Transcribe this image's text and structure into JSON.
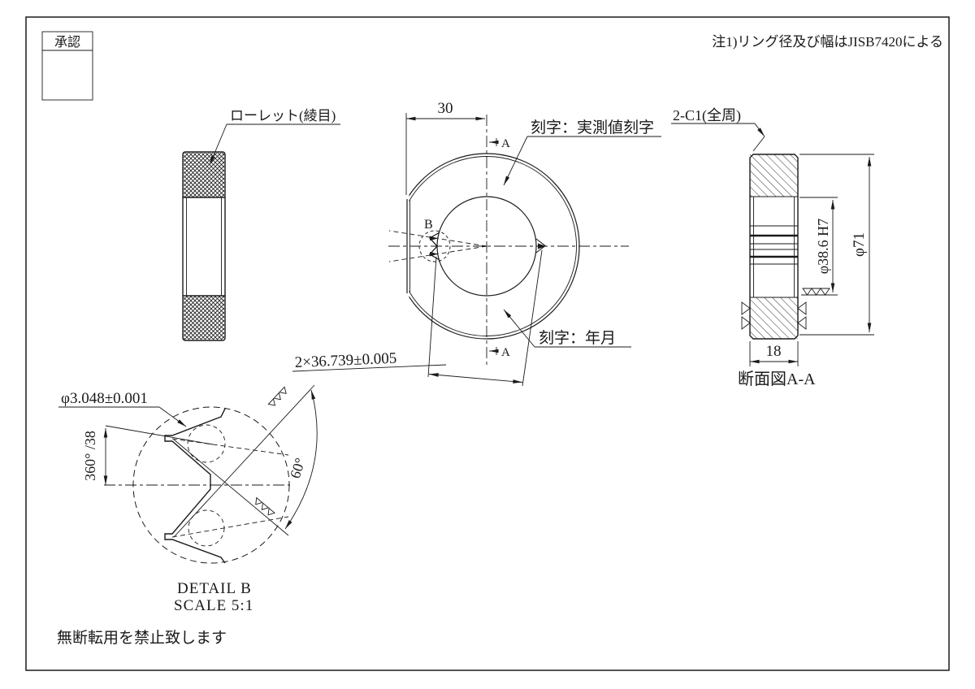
{
  "page": {
    "approval_label": "承認",
    "note_top_right": "注1)リング径及び幅はJISB7420による",
    "copyright_note": "無断転用を禁止致します"
  },
  "side_view": {
    "knurl_label": "ローレット(綾目)"
  },
  "front_view": {
    "width_dim": "30",
    "section_marker_top": "A",
    "section_marker_bottom": "A",
    "detail_marker": "B",
    "engraving_label_top": "刻字：実測値刻字",
    "engraving_label_bottom": "刻字：年月",
    "pitch_dim": "2×36.739±0.005"
  },
  "section_view": {
    "chamfer_label": "2-C1(全周)",
    "bore_dim": "φ38.6 H7",
    "outer_dim": "φ71",
    "width_dim": "18",
    "caption": "断面図A-A"
  },
  "detail_view": {
    "tip_dim": "φ3.048±0.001",
    "angle_division_dim": "360° /38",
    "angle_dim": "60°",
    "caption_line1": "DETAIL B",
    "caption_line2": "SCALE 5:1"
  }
}
